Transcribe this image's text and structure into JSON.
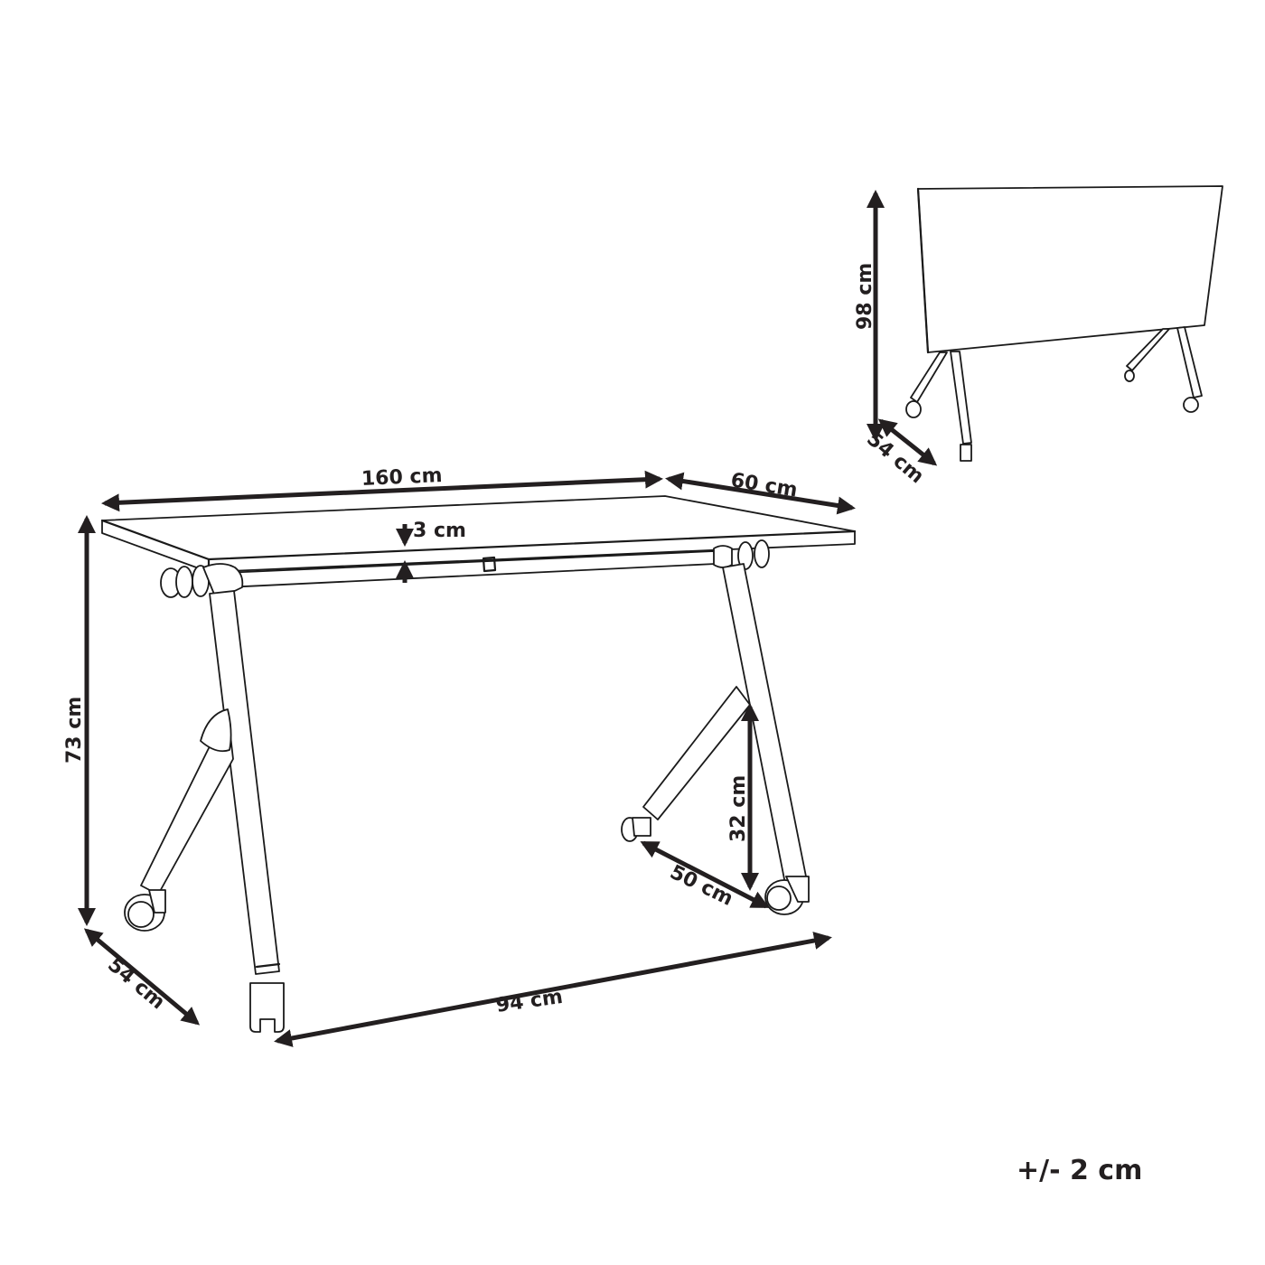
{
  "diagram": {
    "subject": "Folding rolling desk dimensions",
    "colors": {
      "line": "#1a1a1a",
      "dimension": "#231f20",
      "background": "#ffffff"
    },
    "main_view": {
      "dimensions": {
        "length": "160 cm",
        "width": "60 cm",
        "top_thickness": "3 cm",
        "height": "73 cm",
        "base_depth": "54 cm",
        "leg_span": "94 cm",
        "brace_height": "32 cm",
        "brace_length": "50 cm"
      }
    },
    "folded_view": {
      "dimensions": {
        "folded_height": "98 cm",
        "folded_depth": "54 cm"
      }
    },
    "tolerance": "+/- 2 cm"
  }
}
